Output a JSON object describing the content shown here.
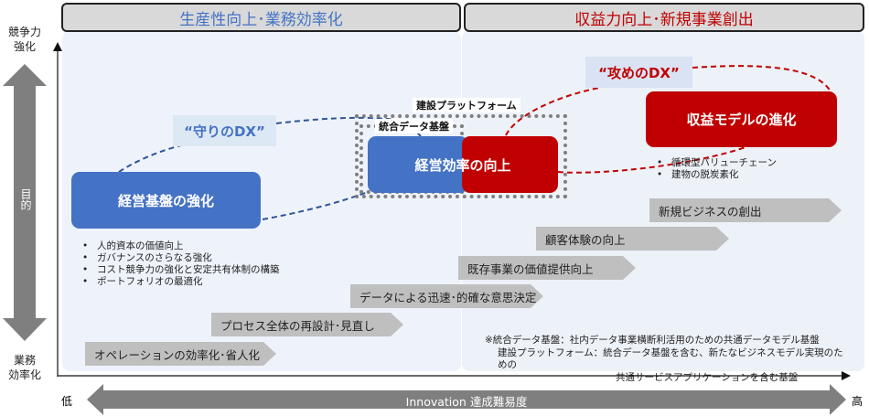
{
  "headers": {
    "left": "生産性向上･業務効率化",
    "right": "収益力向上･新規事業創出"
  },
  "y_axis": {
    "top_label": "競争力\n強化",
    "top_line1": "競争力",
    "top_line2": "強化",
    "middle_label": "目的",
    "bottom_line1": "業務",
    "bottom_line2": "効率化"
  },
  "x_axis": {
    "low": "低",
    "high": "高",
    "label": "Innovation 達成難易度"
  },
  "dx_labels": {
    "defensive": "“守りのDX”",
    "offensive": "“攻めのDX”"
  },
  "boxes": {
    "management_base": "経営基盤の強化",
    "efficiency": "経営効率の向上",
    "profit_model": "収益モデルの進化"
  },
  "platform_labels": {
    "construction_platform": "建設プラットフォーム",
    "integrated_data": "統合データ基盤"
  },
  "management_base_bullets": [
    "人的資本の価値向上",
    "ガバナンスのさらなる強化",
    "コスト競争力の強化と安定共有体制の構築",
    "ポートフォリオの最適化"
  ],
  "profit_model_bullets": [
    "循環型バリューチェーン",
    "建物の脱炭素化"
  ],
  "steps": [
    "オペレーションの効率化･省人化",
    "プロセス全体の再設計･見直し",
    "データによる迅速･的確な意思決定",
    "既存事業の価値提供向上",
    "顧客体験の向上",
    "新規ビジネスの創出"
  ],
  "notes": [
    "※統合データ基盤：社内データ事業横断利活用のための共通データモデル基盤",
    "建設プラットフォーム：統合データ基盤を含む、新たなビジネスモデル実現のための",
    "共通サービスアプリケーションを含む基盤"
  ],
  "colors": {
    "blue": "#4472c4",
    "red": "#c00000",
    "gray": "#bfbfbf",
    "arrow": "#7f7f7f"
  }
}
